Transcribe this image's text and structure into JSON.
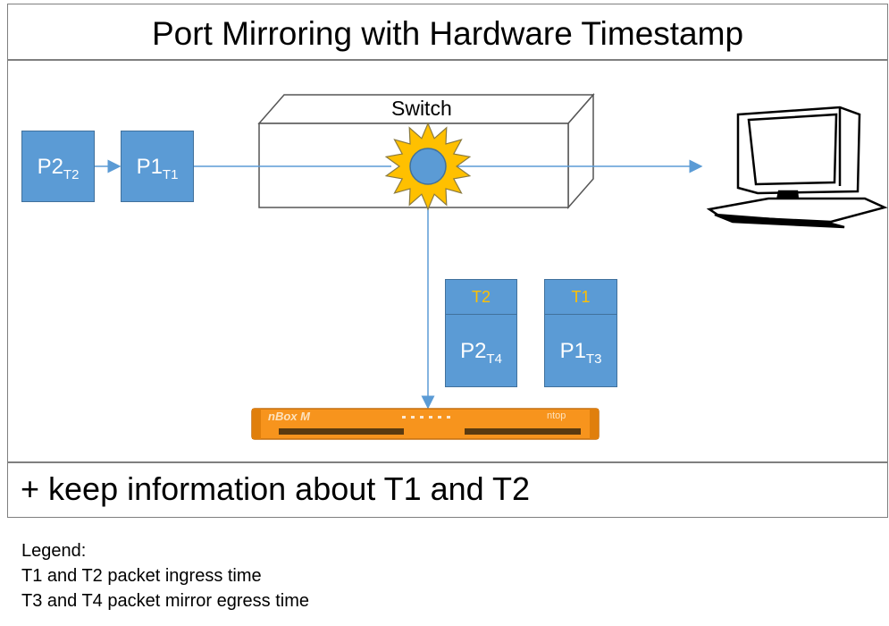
{
  "title": "Port Mirroring with Hardware Timestamp",
  "switch_label": "Switch",
  "ingress_packets": [
    {
      "name": "P2",
      "sub": "T2"
    },
    {
      "name": "P1",
      "sub": "T1"
    }
  ],
  "mirrored_packets": [
    {
      "header": "T2",
      "name": "P2",
      "sub": "T4"
    },
    {
      "header": "T1",
      "name": "P1",
      "sub": "T3"
    }
  ],
  "appliance": {
    "brand": "nBox M",
    "vendor": "ntop"
  },
  "footer": "+ keep information about T1 and T2",
  "legend": {
    "heading": "Legend:",
    "line1": "T1 and T2 packet ingress time",
    "line2": "T3 and T4 packet mirror egress time"
  },
  "colors": {
    "packet": "#5b9bd5",
    "header_text": "#ffc000",
    "sun": "#ffc000",
    "appliance": "#f7941d",
    "arrow": "#5b9bd5"
  }
}
